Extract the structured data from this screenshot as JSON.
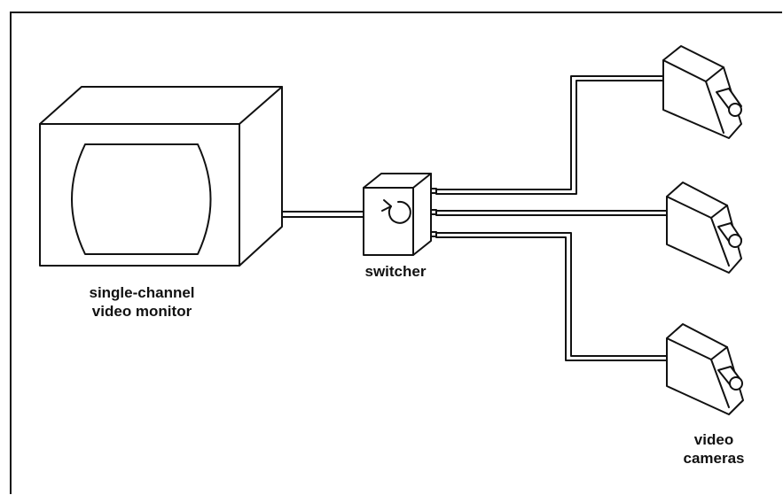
{
  "labels": {
    "monitor_line1": "single-channel",
    "monitor_line2": "video monitor",
    "switcher": "switcher",
    "cameras_line1": "video",
    "cameras_line2": "cameras"
  }
}
